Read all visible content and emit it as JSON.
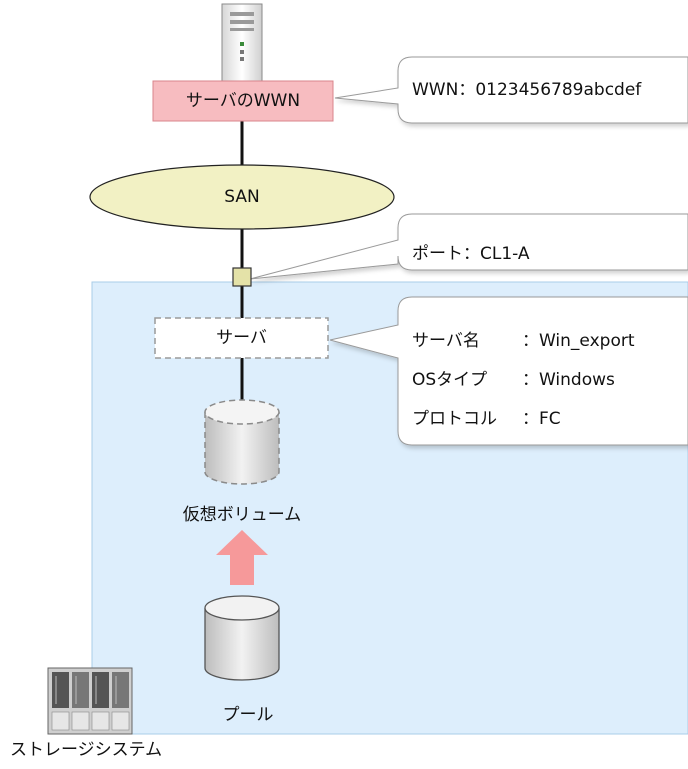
{
  "server": {
    "wwn_box_label": "サーバのWWN",
    "wwn_callout": "WWN：0123456789abcdef"
  },
  "san": {
    "label": "SAN"
  },
  "port": {
    "callout": "ポート：CL1-A"
  },
  "host_group": {
    "label": "サーバ",
    "details": [
      {
        "key": "サーバ名",
        "value": "：Win_export"
      },
      {
        "key": "OSタイプ",
        "value": "：Windows"
      },
      {
        "key": "プロトコル",
        "value": "：FC"
      }
    ]
  },
  "virtual_volume": {
    "label": "仮想ボリューム"
  },
  "pool": {
    "label": "プール"
  },
  "storage_system": {
    "label": "ストレージシステム"
  },
  "colors": {
    "storage_area": "#ddeefc",
    "wwn_box": "#f7bcc0",
    "san_ellipse": "#f2f1c4",
    "port": "#e4e2a8",
    "arrow": "#f6999a"
  }
}
